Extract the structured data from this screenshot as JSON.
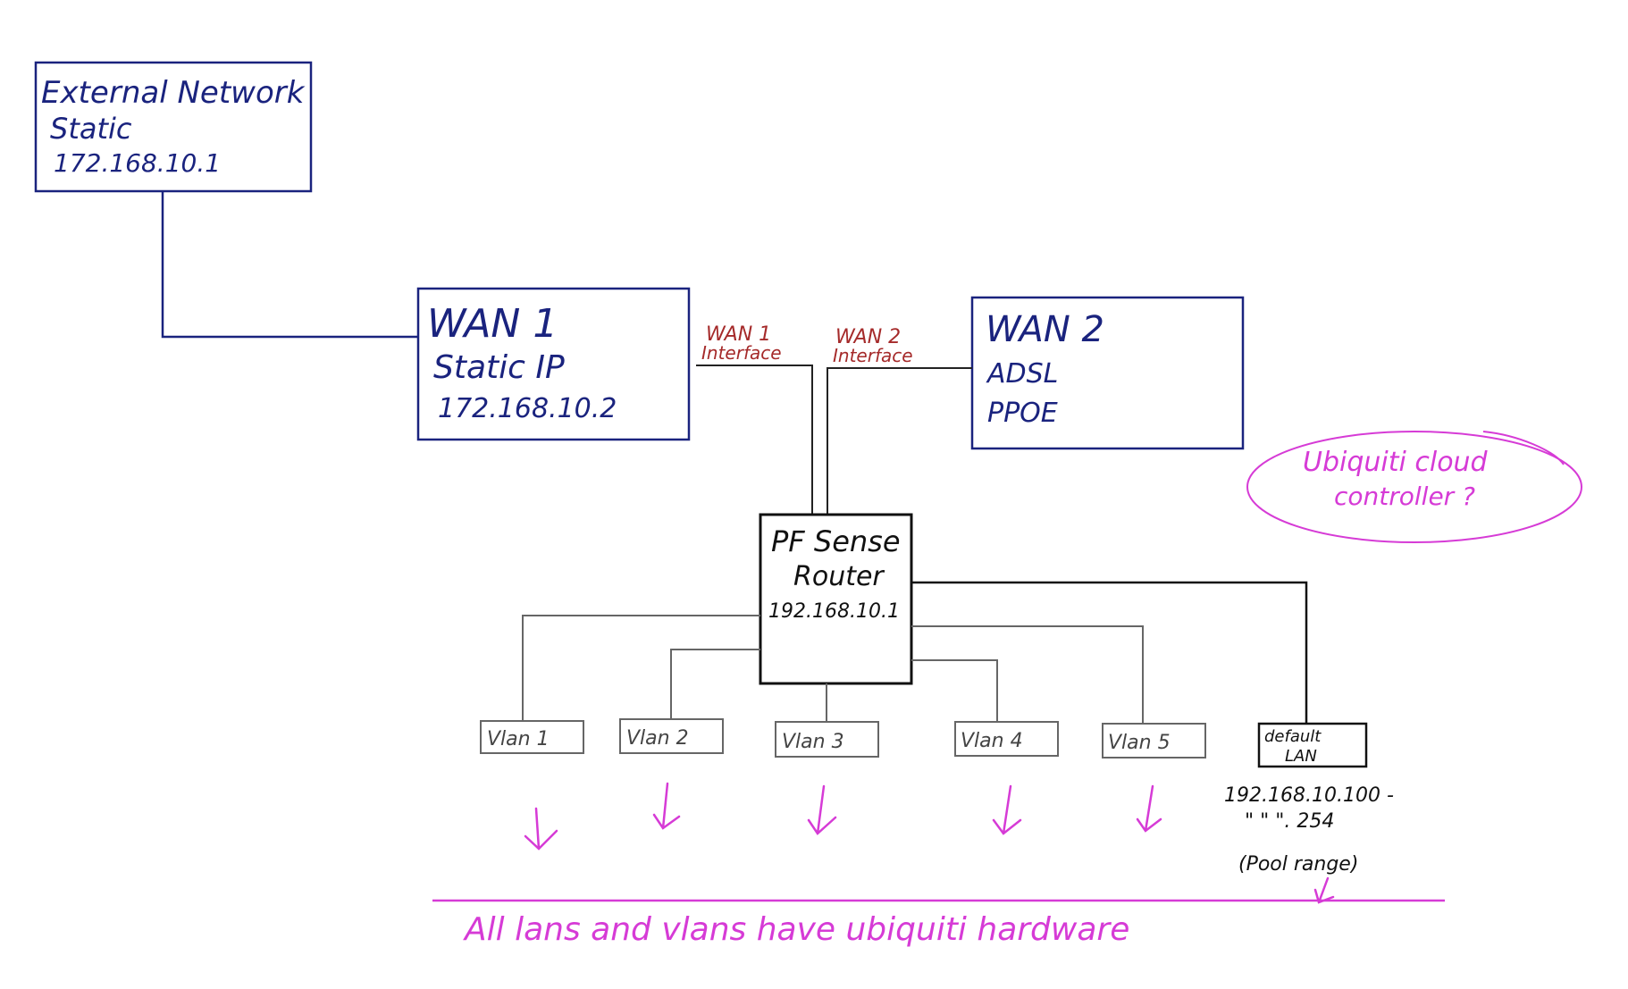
{
  "external": {
    "line1": "External Network",
    "line2": "Static",
    "line3": "172.168.10.1"
  },
  "wan1": {
    "line1": "WAN 1",
    "line2": "Static IP",
    "line3": "172.168.10.2"
  },
  "wan2": {
    "line1": "WAN 2",
    "line2": "ADSL",
    "line3": "PPOE"
  },
  "wan1_interface": {
    "line1": "WAN 1",
    "line2": "Interface"
  },
  "wan2_interface": {
    "line1": "WAN 2",
    "line2": "Interface"
  },
  "router": {
    "line1": "PF Sense",
    "line2": "Router",
    "line3": "192.168.10.1"
  },
  "cloud_note": {
    "line1": "Ubiquiti cloud",
    "line2": "controller ?"
  },
  "vlans": [
    "Vlan 1",
    "Vlan 2",
    "Vlan 3",
    "Vlan 4",
    "Vlan 5"
  ],
  "default_lan": {
    "line1": "default",
    "line2": "LAN"
  },
  "pool": {
    "line1": "192.168.10.100 -",
    "line2": "\"   \"   \". 254",
    "line3": "(Pool range)"
  },
  "footer": "All lans and vlans have ubiquiti hardware",
  "colors": {
    "blue": "#1a237e",
    "red": "#a52a2a",
    "magenta": "#d63bd6",
    "grey": "#666666",
    "black": "#111111"
  }
}
